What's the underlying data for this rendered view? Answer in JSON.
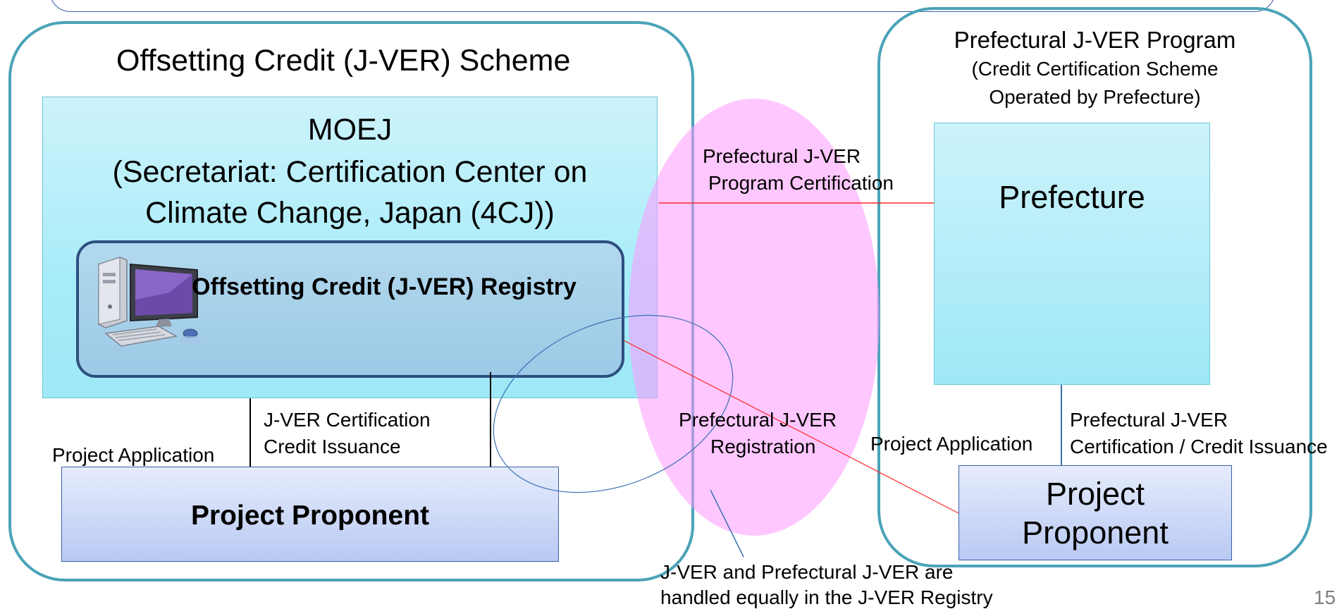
{
  "left_scheme": {
    "title": "Offsetting Credit (J-VER) Scheme",
    "moej": {
      "line1": "MOEJ",
      "line2": "(Secretariat: Certification Center on",
      "line3": "Climate Change, Japan (4CJ))"
    },
    "registry": {
      "label": "Offsetting Credit (J-VER) Registry",
      "icon": "computer-icon"
    },
    "project_application": "Project Application",
    "certification": {
      "line1": "J-VER Certification",
      "line2": "Credit Issuance"
    },
    "project_proponent": "Project Proponent"
  },
  "right_scheme": {
    "title": "Prefectural J-VER Program",
    "subtitle_line1": "(Credit Certification Scheme",
    "subtitle_line2": "Operated by Prefecture)",
    "prefecture": "Prefecture",
    "project_application": "Project Application",
    "certification": {
      "line1": "Prefectural J-VER",
      "line2": "Certification / Credit Issuance"
    },
    "project_proponent": {
      "line1": "Project",
      "line2": "Proponent"
    }
  },
  "middle": {
    "program_certification": {
      "line1": "Prefectural J-VER",
      "line2": "Program Certification"
    },
    "registration": {
      "line1": "Prefectural J-VER",
      "line2": "Registration"
    },
    "note": {
      "line1": "J-VER and Prefectural J-VER are",
      "line2": "handled equally in the J-VER Registry"
    }
  },
  "page_number": "15",
  "colors": {
    "frame": "#4aa3b8",
    "top_frame": "#3a5fa8",
    "moej_bg_top": "#cdf3fb",
    "moej_bg_bottom": "#9ee8f7",
    "registry_border": "#2d4f7e",
    "proponent_border": "#3b5fa8",
    "ellipse_pink": "#ff99ff",
    "red_line": "#ff2a2a",
    "blue_line": "#3a6fb3"
  }
}
